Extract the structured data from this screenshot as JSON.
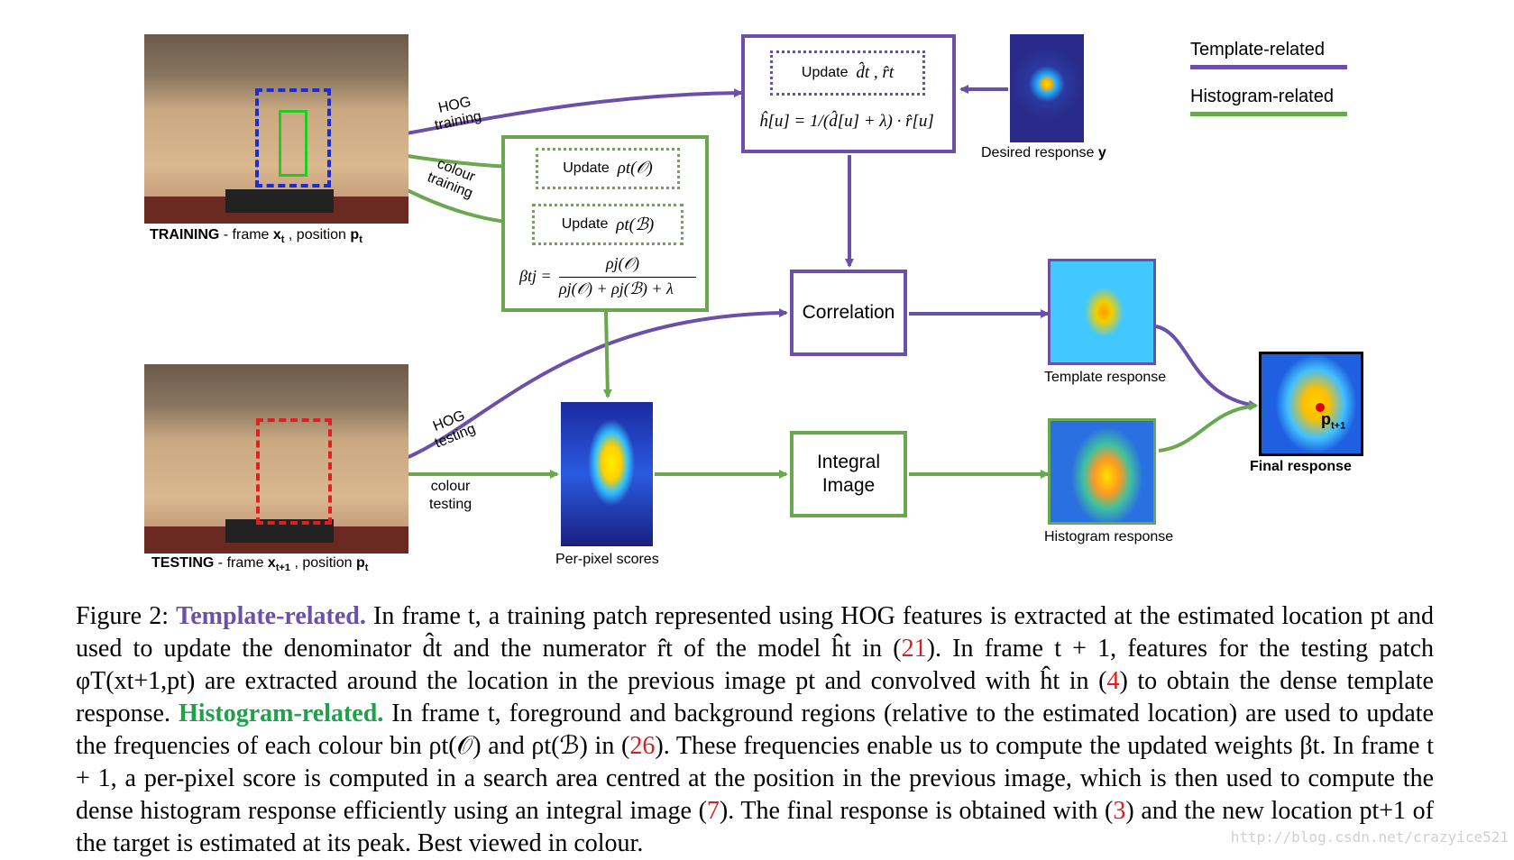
{
  "legend": {
    "template": "Template-related",
    "histogram": "Histogram-related"
  },
  "frames": {
    "training_prefix": "TRAINING",
    "training_rest": " - frame ",
    "training_x": "x",
    "training_sub": "t",
    "training_pos": " , position ",
    "training_p": "p",
    "training_psub": "t",
    "testing_prefix": "TESTING",
    "testing_rest": " - frame ",
    "testing_x": "x",
    "testing_sub": "t+1",
    "testing_pos": " , position ",
    "testing_p": "p",
    "testing_psub": "t"
  },
  "arrows": {
    "hog_training_1": "HOG",
    "hog_training_2": "training",
    "colour_training_1": "colour",
    "colour_training_2": "training",
    "hog_testing_1": "HOG",
    "hog_testing_2": "testing",
    "colour_testing_1": "colour",
    "colour_testing_2": "testing"
  },
  "boxes": {
    "update_word": "Update",
    "update_dr_math": "d̂t ,   r̂t",
    "h_formula": "ĥ[u] = 1/(d̂[u] + λ) · r̂[u]",
    "update_o_math": "ρt(𝒪)",
    "update_b_math": "ρt(ℬ)",
    "beta_lhs": "βtj =",
    "beta_num": "ρj(𝒪)",
    "beta_den": "ρj(𝒪) + ρj(ℬ) + λ",
    "correlation": "Correlation",
    "integral_1": "Integral",
    "integral_2": "Image"
  },
  "panels": {
    "desired": "Desired response ",
    "desired_y": "y",
    "template_response": "Template response",
    "histogram_response": "Histogram response",
    "per_pixel": "Per-pixel scores",
    "final_response": "Final response",
    "final_p": "p",
    "final_psub": "t+1"
  },
  "caption": {
    "prefix": "Figure 2: ",
    "template_head": "Template-related.",
    "part1": " In frame t, a training patch represented using HOG features is extracted at the estimated location pt and used to update the denominator d̂t and the numerator r̂t of the model ĥt in (",
    "ref21": "21",
    "part2": "). In frame t + 1, features for the testing patch φT(xt+1,pt) are extracted around the location in the previous image pt and convolved with ĥt in (",
    "ref4": "4",
    "part3": ") to obtain the dense template response. ",
    "histogram_head": "Histogram-related.",
    "part4": " In frame t, foreground and background regions (relative to the estimated location) are used to update the frequencies of each colour bin ρt(𝒪) and ρt(ℬ) in (",
    "ref26": "26",
    "part5": "). These frequencies enable us to compute the updated weights βt. In frame t + 1, a per-pixel score is computed in a search area centred at the position in the previous image, which is then used to compute the dense histogram response efficiently using an integral image (",
    "ref7": "7",
    "part6": "). The final response is obtained with (",
    "ref3": "3",
    "part7": ") and the new location pt+1 of the target is estimated at its peak. Best viewed in colour."
  },
  "watermark": "http://blog.csdn.net/crazyice521",
  "colors": {
    "template": "#6a50a8",
    "histogram": "#6aa84f",
    "caption_template": "#6a50a8",
    "caption_histogram": "#1fa04a",
    "reference": "#d42020"
  }
}
